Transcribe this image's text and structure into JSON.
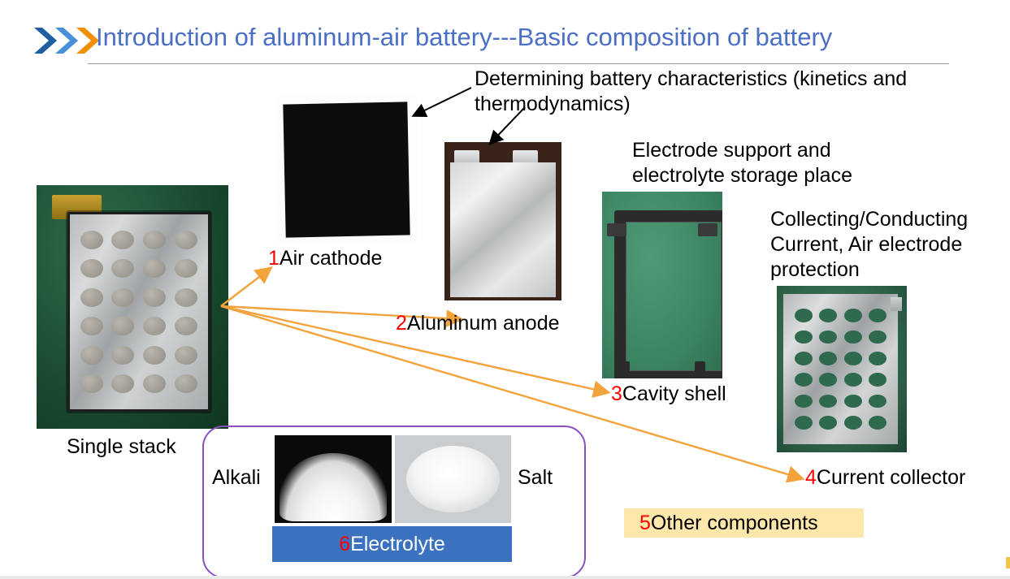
{
  "header": {
    "title": "Introduction of aluminum-air battery---Basic composition of battery",
    "title_color": "#4a6fc4",
    "chevrons": [
      "#1f5fa0",
      "#4a90d9",
      "#f09000"
    ]
  },
  "annotations": {
    "cathode_note": "Determining battery characteristics (kinetics and thermodynamics)",
    "cavity_note": "Electrode support and electrolyte storage place",
    "collector_note": "Collecting/Conducting Current, Air electrode protection"
  },
  "components": [
    {
      "number": "1",
      "label": "Air cathode"
    },
    {
      "number": "2",
      "label": "Aluminum anode"
    },
    {
      "number": "3",
      "label": "Cavity shell"
    },
    {
      "number": "4",
      "label": "Current collector"
    },
    {
      "number": "5",
      "label": "Other components"
    },
    {
      "number": "6",
      "label": "Electrolyte"
    }
  ],
  "labels": {
    "single_stack": "Single stack",
    "alkali": "Alkali",
    "salt": "Salt"
  },
  "colors": {
    "number_red": "#ff0000",
    "arrow_orange": "#f2a33c",
    "arrow_black": "#000000",
    "electrolyte_bar": "#3a72bf",
    "electrolyte_border": "#8a4fbe",
    "highlight": "#fde7aa"
  },
  "photos": {
    "single_stack": "battery-stack-photo",
    "air_cathode": "air-cathode-photo",
    "aluminum_anode": "aluminum-anode-photo",
    "cavity_shell": "cavity-shell-photo",
    "current_collector": "current-collector-photo",
    "alkali": "alkali-flakes-photo",
    "salt": "salt-crystals-photo"
  }
}
